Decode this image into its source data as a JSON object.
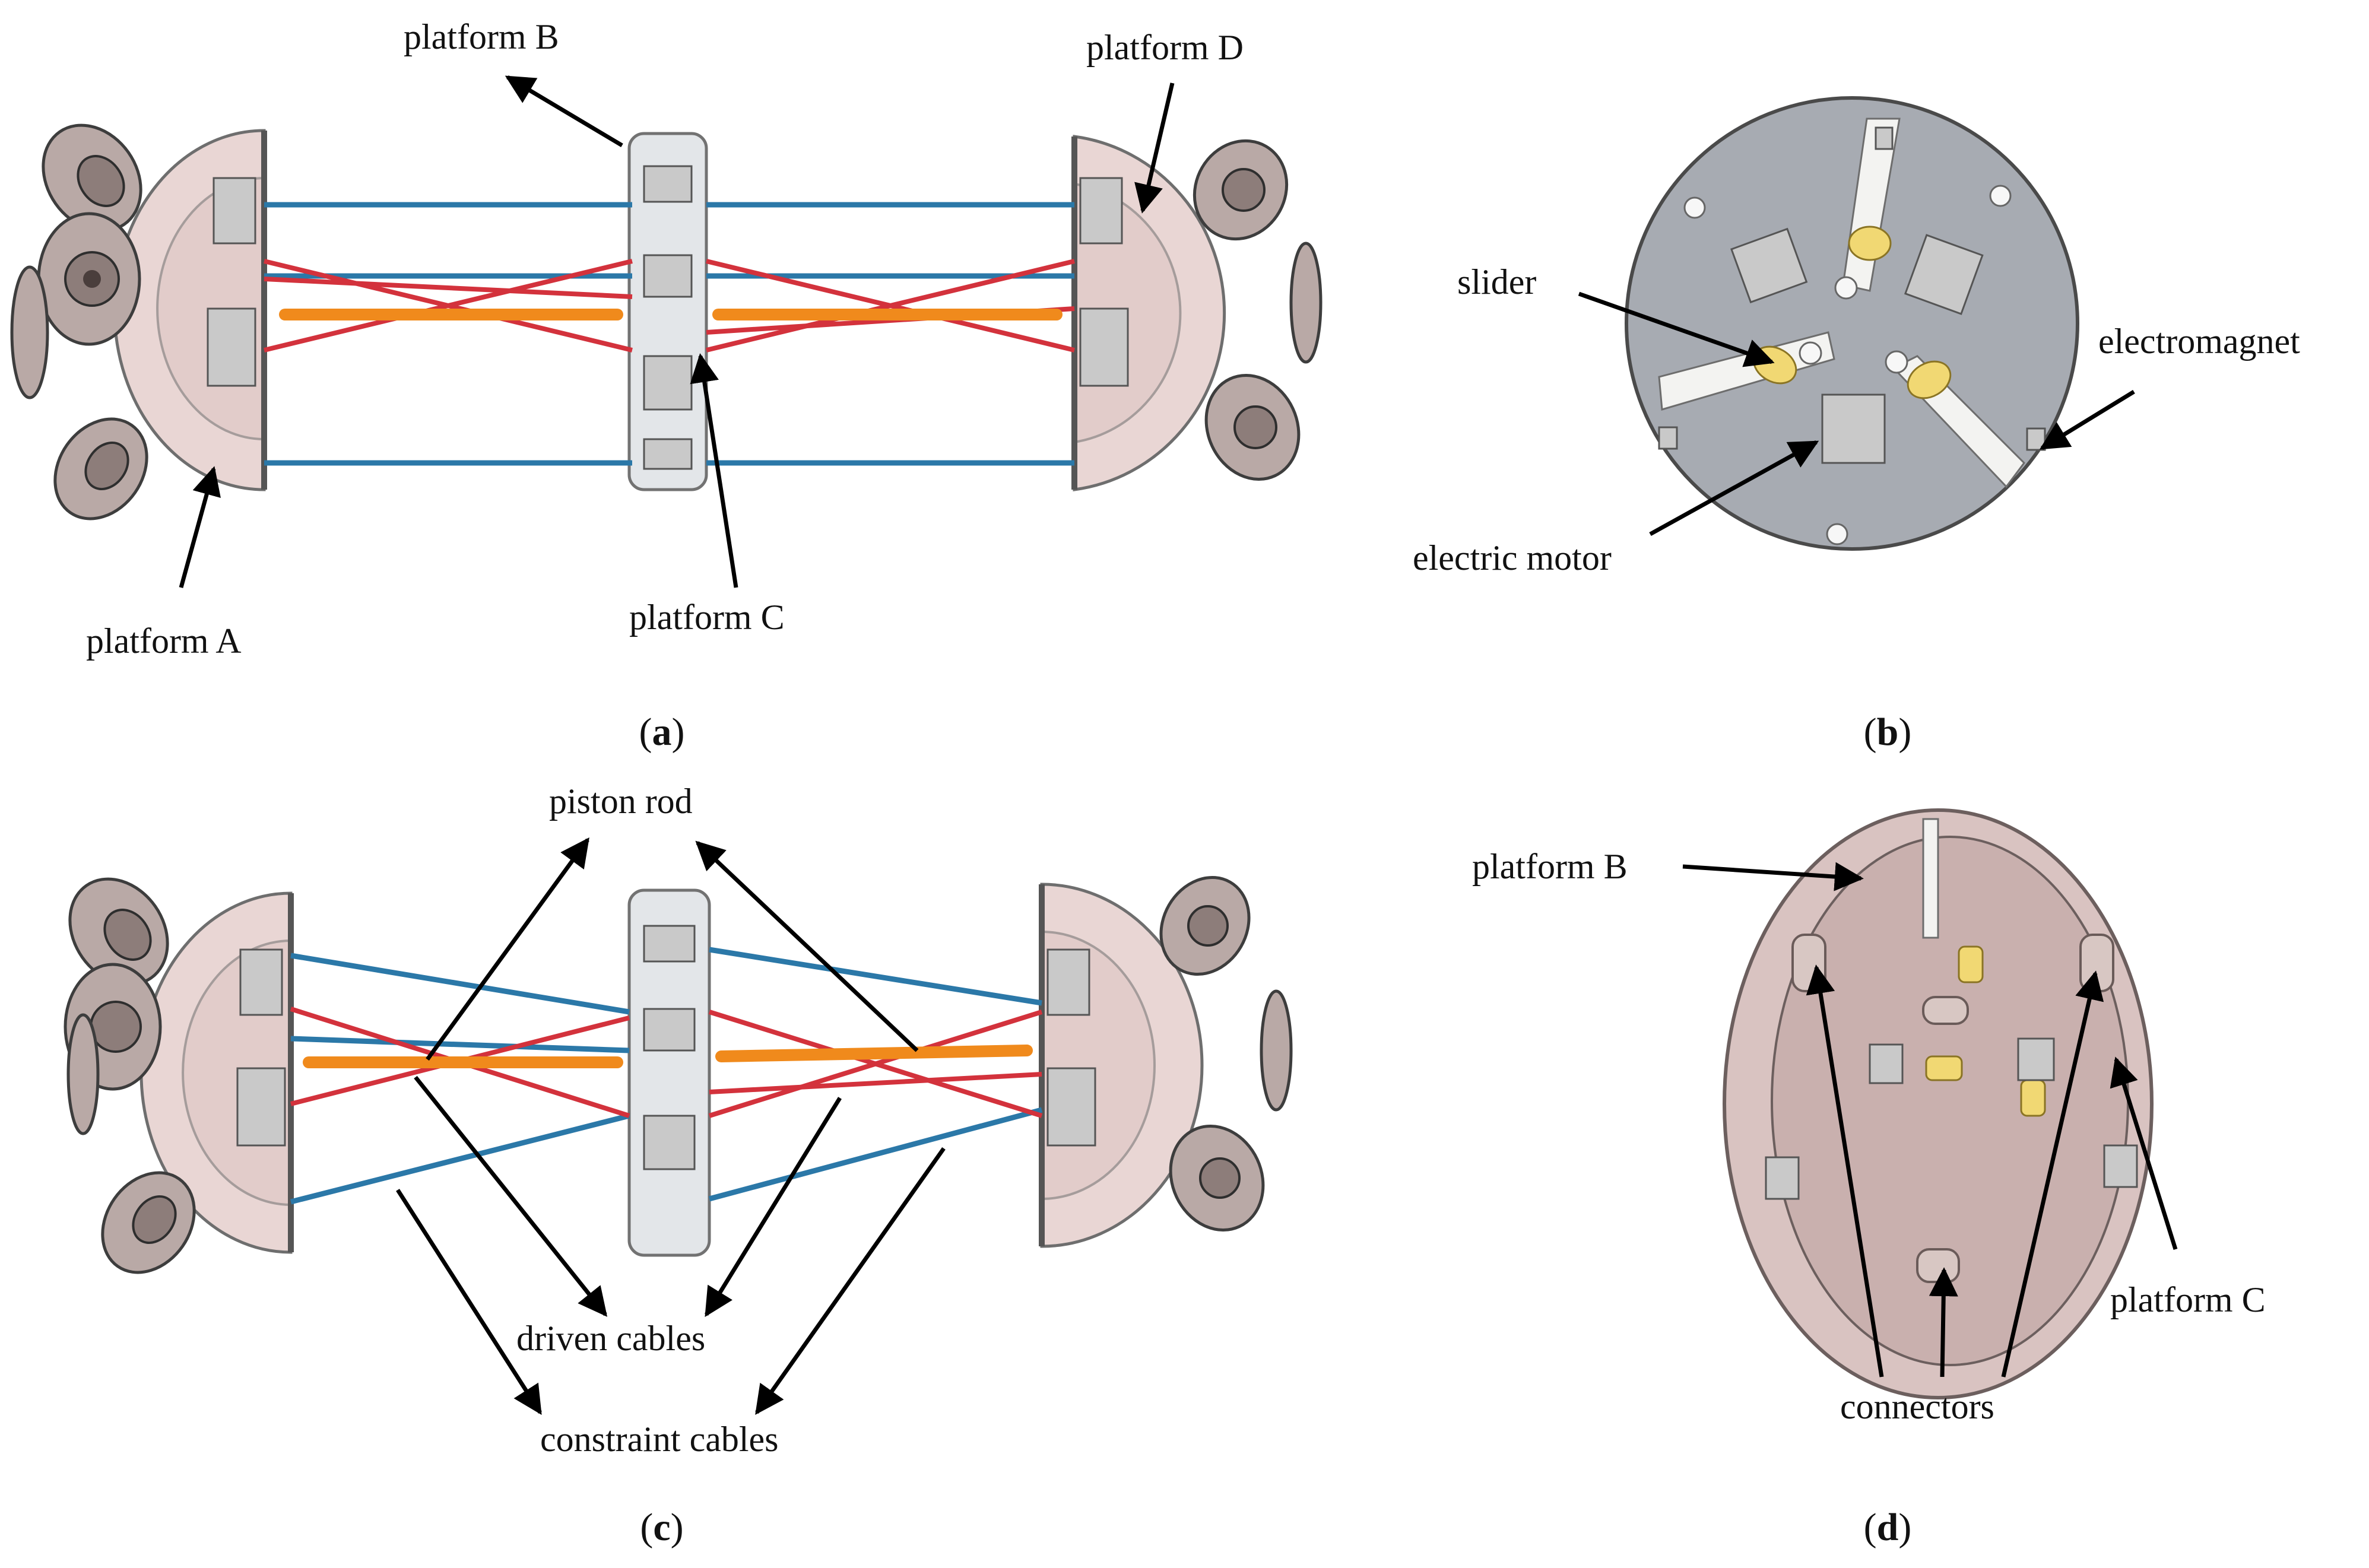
{
  "panels": {
    "a": {
      "caption_letter": "a",
      "labels": {
        "platform_a": "platform A",
        "platform_b": "platform B",
        "platform_c": "platform C",
        "platform_d": "platform D"
      }
    },
    "b": {
      "caption_letter": "b",
      "labels": {
        "slider": "slider",
        "electromagnet": "electromagnet",
        "electric_motor": "electric motor"
      }
    },
    "c": {
      "caption_letter": "c",
      "labels": {
        "piston_rod": "piston rod",
        "driven_cables": "driven cables",
        "constraint_cables": "constraint cables"
      }
    },
    "d": {
      "caption_letter": "d",
      "labels": {
        "platform_b": "platform B",
        "platform_c": "platform C",
        "connectors": "connectors"
      }
    }
  },
  "caption_paren_open": "(",
  "caption_paren_close": ")",
  "colors": {
    "constraint_cable": "#2b78a8",
    "driven_cable": "#d3323c",
    "piston_rod": "#f08a1c",
    "slider_part": "#f1d873",
    "base_plate": "#a7abb2"
  }
}
